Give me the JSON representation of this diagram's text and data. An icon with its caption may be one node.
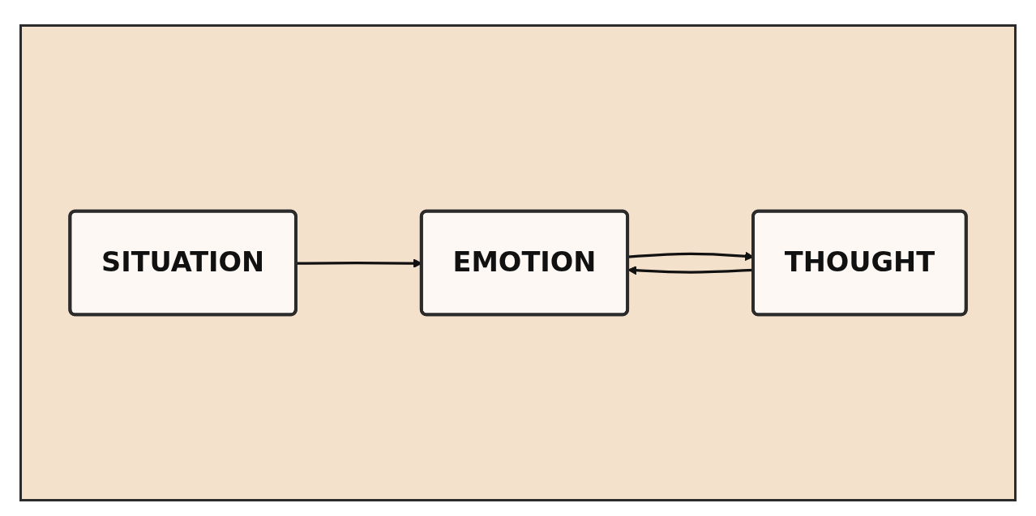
{
  "diagram": {
    "nodes": [
      {
        "text": [
          "SITUATION"
        ]
      },
      {
        "text": [
          "EMOTION"
        ]
      },
      {
        "text": [
          "THOUGHT"
        ]
      }
    ],
    "edges": [
      {
        "from": 0,
        "to": 1,
        "arrow": "to"
      },
      {
        "from": 1,
        "to": 2,
        "arrow": "to"
      },
      {
        "from": 2,
        "to": 1,
        "arrow": "to"
      }
    ]
  }
}
